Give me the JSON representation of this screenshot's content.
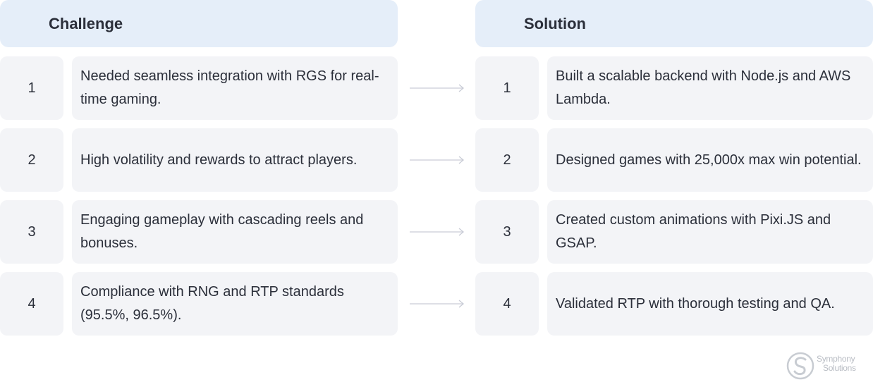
{
  "headers": {
    "challenge": "Challenge",
    "solution": "Solution"
  },
  "rows": [
    {
      "number": "1",
      "challenge": "Needed seamless integration with RGS for real-time gaming.",
      "solution": "Built a scalable backend with Node.js and AWS Lambda."
    },
    {
      "number": "2",
      "challenge": "High volatility and rewards to attract players.",
      "solution": "Designed games with 25,000x max win potential."
    },
    {
      "number": "3",
      "challenge": "Engaging gameplay with cascading reels and bonuses.",
      "solution": "Created custom animations with Pixi.JS and GSAP."
    },
    {
      "number": "4",
      "challenge": "Compliance with RNG and RTP standards (95.5%, 96.5%).",
      "solution": "Validated RTP with thorough testing and QA."
    }
  ],
  "logo": {
    "line1": "Symphony",
    "line2": "Solutions",
    "icon": "symphony-logo-icon"
  },
  "colors": {
    "header_bg": "#e5eef9",
    "cell_bg": "#f3f4f7",
    "text": "#2b2f3a",
    "arrow": "#c9ccd6",
    "logo": "#b9bdc4"
  }
}
